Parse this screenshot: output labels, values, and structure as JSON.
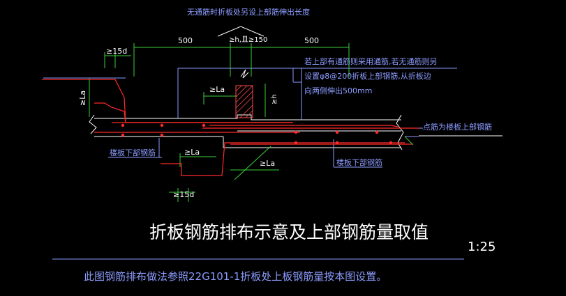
{
  "drawing": {
    "title": "折板钢筋排布示意及上部钢筋量取值",
    "scale": "1:25",
    "note": "此图钢筋排布做法参照22G101-1折板处上板钢筋量按本图设置。"
  },
  "annotations": {
    "top_note": "无通筋时折板处另设上部筋伸出长度",
    "dim_left": "500",
    "dim_right": "500",
    "dim_center": "≥h,且≥150",
    "right_note_1": "若上部有通筋则采用通筋,若无通筋则另",
    "right_note_2": "设置φ8@200折板上部钢筋,从折板边",
    "right_note_3": "向两侧伸出500mm",
    "top_left_15d": "≥15d",
    "left_la": "≥La",
    "center_la": "≥La",
    "center_h": "≥h",
    "right_label": "点筋为楼板上部钢筋",
    "bottom_left_label": "楼板下部钢筋",
    "bottom_right_label": "楼板下部钢筋",
    "bottom_la": "≥La",
    "bottom_la_diag": "≥La",
    "bottom_15d": "≥15d"
  },
  "colors": {
    "background": "#000000",
    "dimension": "#3ad13a",
    "text": "#ffffff",
    "annotation": "#8c9cff",
    "rebar": "#ff2a2a",
    "outline": "#ffffff",
    "hatch": "#ff4a4a"
  }
}
